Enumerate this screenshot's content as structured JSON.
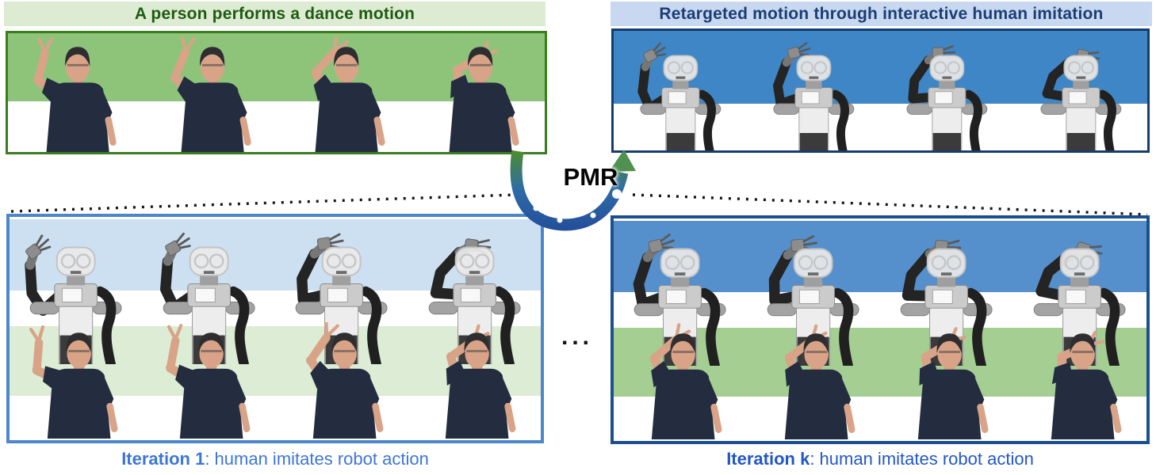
{
  "panels": {
    "source": {
      "title": "A person performs a dance motion",
      "frame_count": 4,
      "figure_type": "human"
    },
    "retargeted": {
      "title": "Retargeted motion through interactive human imitation",
      "frame_count": 4,
      "figure_type": "robot"
    },
    "iteration1": {
      "caption_bold": "Iteration 1",
      "caption_rest": ": human imitates robot action",
      "frame_count": 4,
      "rows": [
        "robot",
        "human"
      ]
    },
    "iterationk": {
      "caption_bold": "Iteration k",
      "caption_rest": ": human imitates robot action",
      "frame_count": 4,
      "rows": [
        "robot",
        "human"
      ]
    }
  },
  "center": {
    "pmr_label": "PMR",
    "ellipsis": "..."
  },
  "palette": {
    "green-banner-bg": "#dcebd2",
    "green-title-color": "#1e5a12",
    "green-panel-border": "#3a7d1e",
    "green-panel-band": "#8ec47a",
    "blue-banner-bg": "#c7d8f0",
    "blue-title-color": "#1b3d74",
    "navy-border": "#163c6e",
    "blue-panel-band": "#3e86c6",
    "iter1-border": "#4c87ca",
    "iter1-blue-band": "#cde0f2",
    "iter1-green-band": "#dcecd5",
    "iterk-border": "#1b4f8f",
    "iterk-blue-band": "#5590cd",
    "iterk-green-band": "#a5ce93",
    "caption1-color": "#3c76d9",
    "captionk-color": "#2257c7",
    "arrow-green": "#4e8c2e",
    "arrow-mid-blue": "#2e6ca6",
    "arrow-deep-blue": "#244f9b",
    "arrowhead-green": "#4f9150",
    "dotted-line-color": "#141414",
    "shirt-navy": "#232d3f",
    "skin-tone": "#d8a387"
  }
}
